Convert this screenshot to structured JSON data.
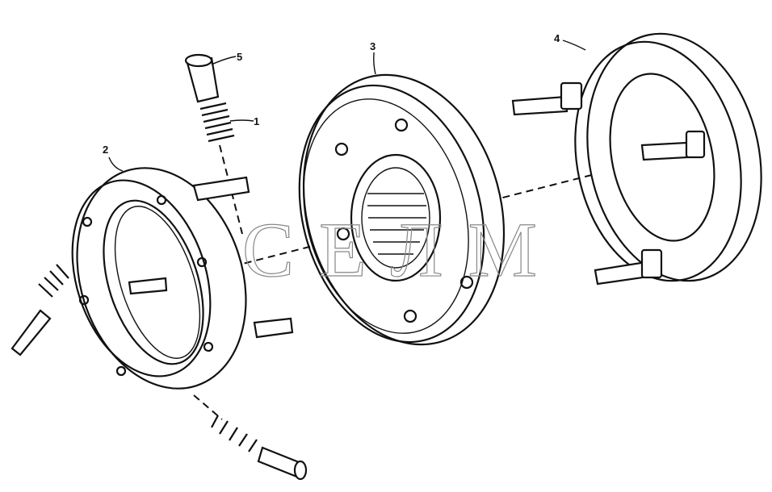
{
  "labels": {
    "p1": "1",
    "p2": "2",
    "p3": "3",
    "p4": "4",
    "p5": "5"
  },
  "watermark": "СЕЛМ"
}
